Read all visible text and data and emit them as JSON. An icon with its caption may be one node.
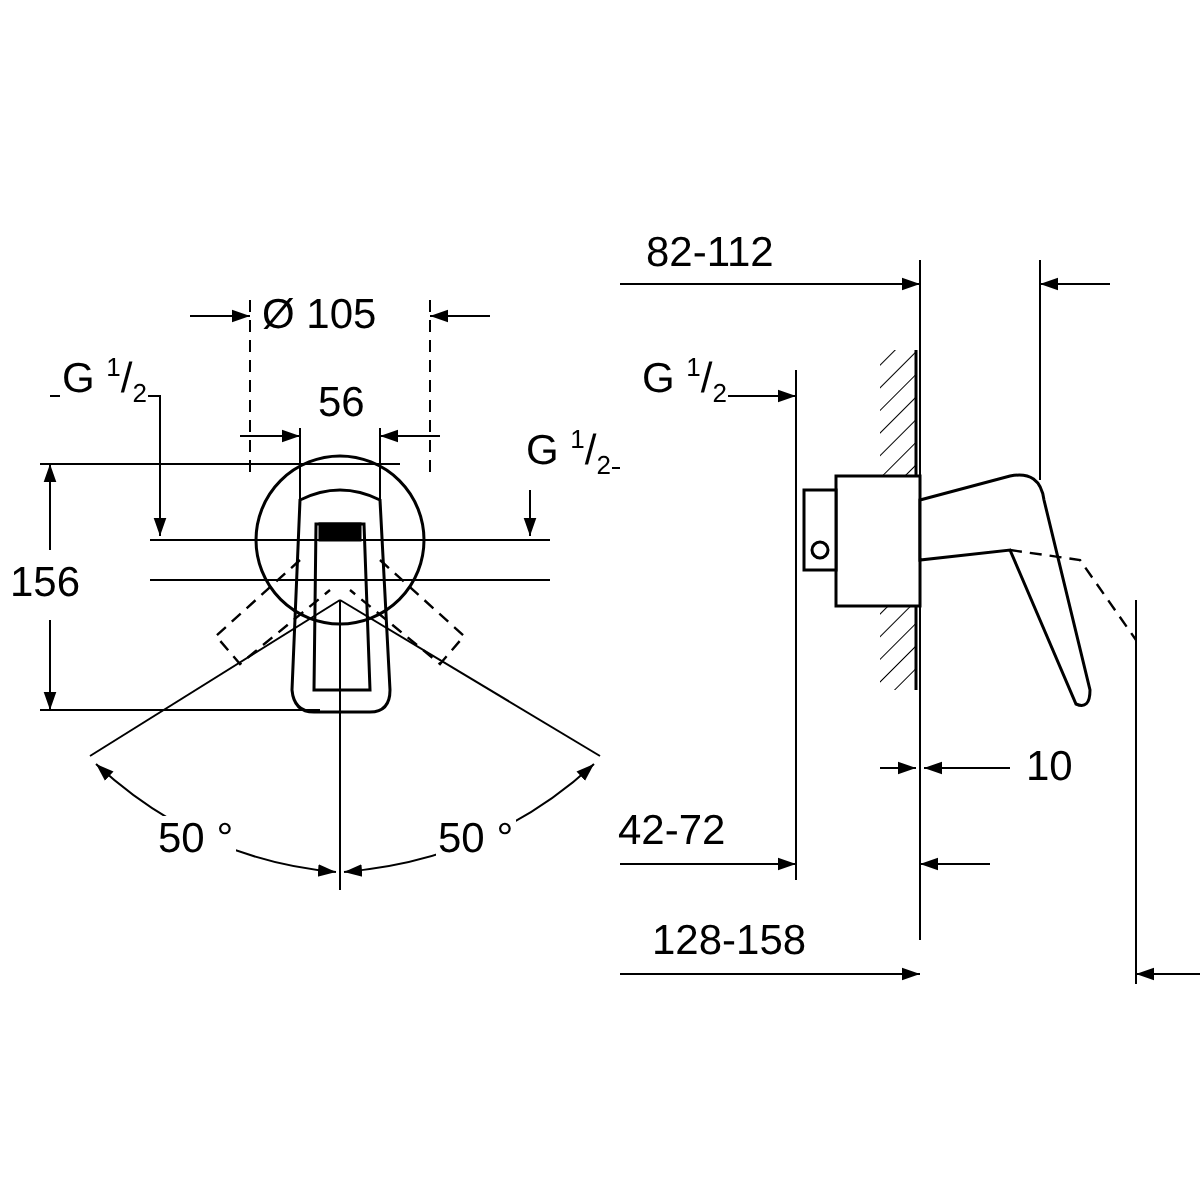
{
  "diagram": {
    "labels": [
      "82-112",
      "Ø 105",
      "G $^{1}$/$_{2}$",
      "G $^{1}$/$_{2}$",
      "56",
      "G $^{1}$/$_{2}$",
      "156",
      "10",
      "42-72",
      "50 °",
      "50 °",
      "128-158"
    ]
  }
}
